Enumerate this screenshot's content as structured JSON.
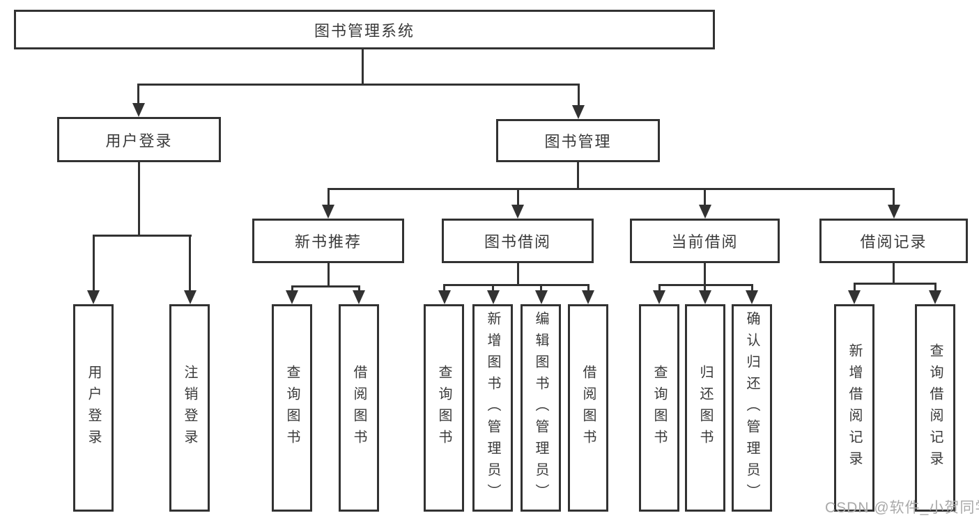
{
  "tree": {
    "root": {
      "label": "图书管理系统"
    },
    "branches": [
      {
        "label": "用户登录",
        "children": [
          {
            "label": "用户登录"
          },
          {
            "label": "注销登录"
          }
        ]
      },
      {
        "label": "图书管理",
        "children": [
          {
            "label": "新书推荐",
            "children": [
              {
                "label": "查询图书"
              },
              {
                "label": "借阅图书"
              }
            ]
          },
          {
            "label": "图书借阅",
            "children": [
              {
                "label": "查询图书"
              },
              {
                "label": "新增图书（管理员）"
              },
              {
                "label": "编辑图书（管理员）"
              },
              {
                "label": "借阅图书"
              }
            ]
          },
          {
            "label": "当前借阅",
            "children": [
              {
                "label": "查询图书"
              },
              {
                "label": "归还图书"
              },
              {
                "label": "确认归还（管理员）"
              }
            ]
          },
          {
            "label": "借阅记录",
            "children": [
              {
                "label": "新增借阅记录"
              },
              {
                "label": "查询借阅记录"
              }
            ]
          }
        ]
      }
    ]
  },
  "watermark": "CSDN @软件_小贺同学",
  "colors": {
    "line": "#323232",
    "text": "#3a3a3a",
    "background": "#ffffff",
    "watermark": "#a9a9a9"
  }
}
